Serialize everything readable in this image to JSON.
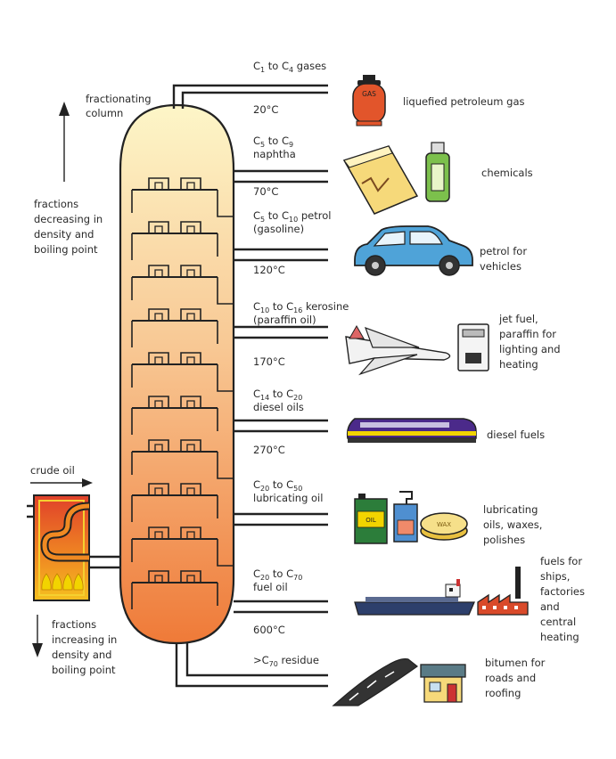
{
  "annotations": {
    "column_label": [
      "fractionating",
      "column"
    ],
    "decreasing": [
      "fractions",
      "decreasing in",
      "density and",
      "boiling point"
    ],
    "increasing": [
      "fractions",
      "increasing in",
      "density and",
      "boiling point"
    ],
    "crude_oil": "crude oil"
  },
  "temperatures": [
    "20°C",
    "70°C",
    "120°C",
    "170°C",
    "270°C",
    "600°C"
  ],
  "fractions": [
    {
      "pre": "C",
      "s1": "1",
      "mid": " to C",
      "s2": "4",
      "post": " gases",
      "line2": ""
    },
    {
      "pre": "C",
      "s1": "5",
      "mid": " to C",
      "s2": "9",
      "post": "",
      "line2": "naphtha"
    },
    {
      "pre": "C",
      "s1": "5",
      "mid": " to C",
      "s2": "10",
      "post": " petrol",
      "line2": "(gasoline)"
    },
    {
      "pre": "C",
      "s1": "10",
      "mid": " to C",
      "s2": "16",
      "post": " kerosine",
      "line2": "(paraffin oil)"
    },
    {
      "pre": "C",
      "s1": "14",
      "mid": " to C",
      "s2": "20",
      "post": "",
      "line2": "diesel oils"
    },
    {
      "pre": "C",
      "s1": "20",
      "mid": " to C",
      "s2": "50",
      "post": "",
      "line2": "lubricating oil"
    },
    {
      "pre": "C",
      "s1": "20",
      "mid": " to C",
      "s2": "70",
      "post": "",
      "line2": "fuel oil"
    },
    {
      "pre": ">C",
      "s1": "70",
      "mid": " residue",
      "s2": "",
      "post": "",
      "line2": ""
    }
  ],
  "uses": [
    [
      "liquefied petroleum gas"
    ],
    [
      "chemicals"
    ],
    [
      "petrol for",
      "vehicles"
    ],
    [
      "jet fuel,",
      "paraffin for",
      "lighting and",
      "heating"
    ],
    [
      "diesel fuels"
    ],
    [
      "lubricating",
      "oils, waxes,",
      "polishes"
    ],
    [
      "fuels for",
      "ships,",
      "factories",
      "and",
      "central",
      "heating"
    ],
    [
      "bitumen for",
      "roads and",
      "roofing"
    ]
  ],
  "icon_labels": {
    "gas": "GAS",
    "oil": "OIL",
    "wax": "WAX"
  },
  "colors": {
    "column_top": "#fdf6c8",
    "column_bottom": "#ef7a38",
    "pipe": "#222222",
    "furnace_frame": "#d4a020",
    "flame": "#f2d400",
    "gas_cylinder": "#e2552b",
    "car": "#4fa3d8",
    "train": "#4b2a8a",
    "oil_can": "#2c7d3a",
    "house_roof": "#5a7b86",
    "factory": "#d94a2a"
  }
}
